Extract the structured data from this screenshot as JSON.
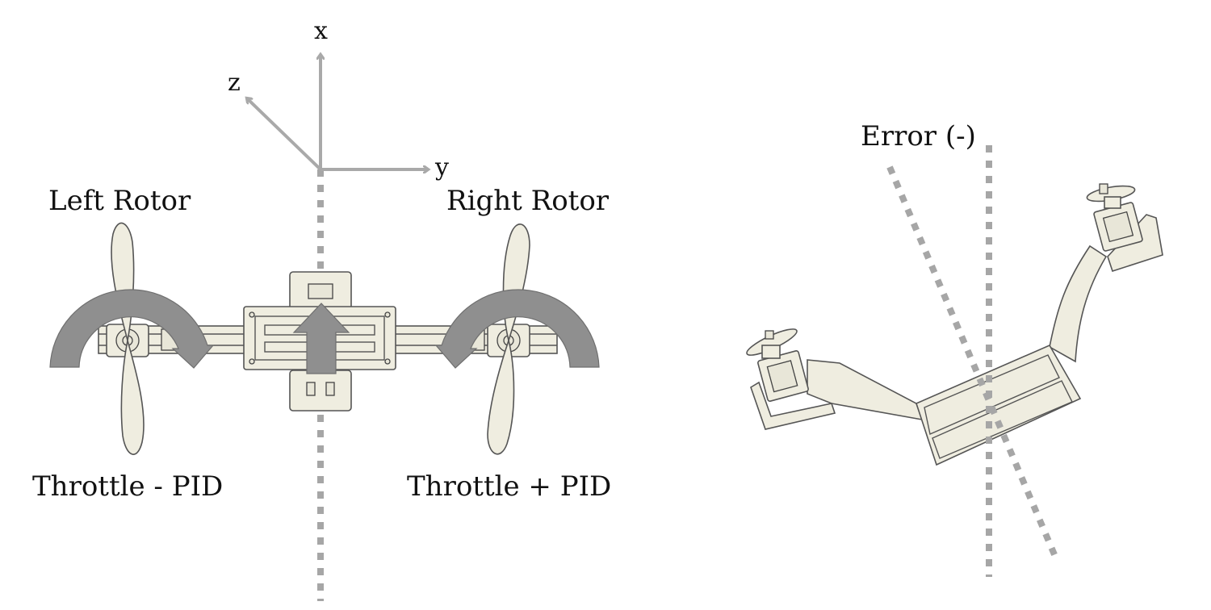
{
  "labels": {
    "axis_x": "x",
    "axis_y": "y",
    "axis_z": "z",
    "left_rotor": "Left Rotor",
    "right_rotor": "Right Rotor",
    "left_formula": "Throttle - PID",
    "right_formula": "Throttle + PID",
    "error": "Error (-)"
  },
  "colors": {
    "axis": "#a9a9a9",
    "rotation_arrow": "#8f8f8f",
    "part_fill": "#efede0",
    "outline": "#555555",
    "dotted_line": "#a6a6a6"
  },
  "icons": {
    "rotation_arrows": "curved-arrow-icon",
    "thrust_arrow": "up-arrow-icon"
  }
}
